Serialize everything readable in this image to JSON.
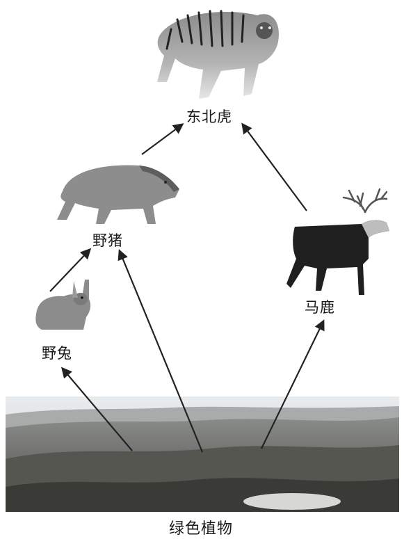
{
  "organisms": {
    "tiger": "东北虎",
    "boar": "野猪",
    "hare": "野兔",
    "deer": "马鹿",
    "plants": "绿色植物"
  },
  "arrows": [
    {
      "from": "plants",
      "to": "hare"
    },
    {
      "from": "plants",
      "to": "boar"
    },
    {
      "from": "plants",
      "to": "deer"
    },
    {
      "from": "hare",
      "to": "boar"
    },
    {
      "from": "boar",
      "to": "tiger"
    },
    {
      "from": "deer",
      "to": "tiger"
    }
  ],
  "icons": {
    "tiger": "tiger-photo-icon",
    "boar": "wild-boar-photo-icon",
    "hare": "hare-photo-icon",
    "deer": "red-deer-photo-icon",
    "plants": "grassland-landscape-photo"
  }
}
